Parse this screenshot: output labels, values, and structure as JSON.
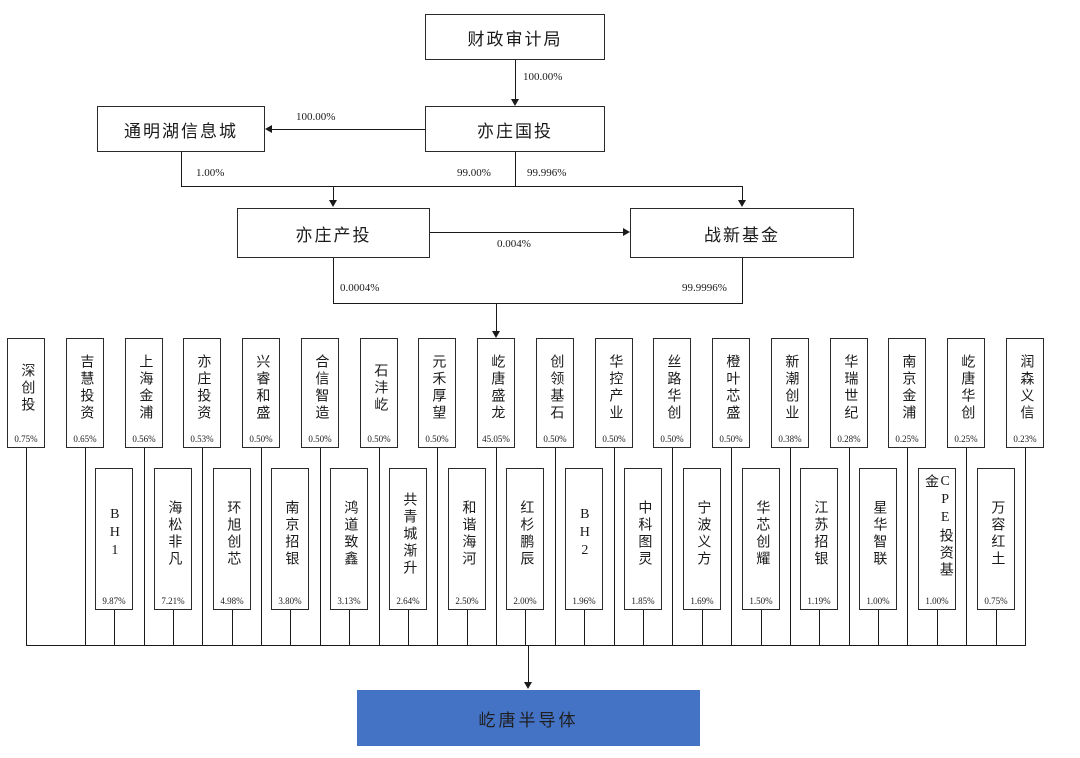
{
  "nodes": {
    "root": "财政审计局",
    "tongminghu": "通明湖信息城",
    "yizhuang_guotou": "亦庄国投",
    "yizhuang_chantou": "亦庄产投",
    "zhanxin_fund": "战新基金"
  },
  "labels": {
    "root_to_guotou": "100.00%",
    "guotou_to_tongminghu": "100.00%",
    "tongminghu_down": "1.00%",
    "guotou_to_chantou": "99.00%",
    "guotou_to_zhanxin": "99.996%",
    "chantou_to_zhanxin": "0.004%",
    "chantou_down": "0.0004%",
    "zhanxin_down": "99.9996%"
  },
  "row1": [
    {
      "name": "深创投",
      "pct": "0.75%"
    },
    {
      "name": "吉慧投资",
      "pct": "0.65%"
    },
    {
      "name": "上海金浦",
      "pct": "0.56%"
    },
    {
      "name": "亦庄投资",
      "pct": "0.53%"
    },
    {
      "name": "兴睿和盛",
      "pct": "0.50%"
    },
    {
      "name": "合信智造",
      "pct": "0.50%"
    },
    {
      "name": "石沣屹",
      "pct": "0.50%"
    },
    {
      "name": "元禾厚望",
      "pct": "0.50%"
    },
    {
      "name": "屹唐盛龙",
      "pct": "45.05%"
    },
    {
      "name": "创领基石",
      "pct": "0.50%"
    },
    {
      "name": "华控产业",
      "pct": "0.50%"
    },
    {
      "name": "丝路华创",
      "pct": "0.50%"
    },
    {
      "name": "橙叶芯盛",
      "pct": "0.50%"
    },
    {
      "name": "新潮创业",
      "pct": "0.38%"
    },
    {
      "name": "华瑞世纪",
      "pct": "0.28%"
    },
    {
      "name": "南京金浦",
      "pct": "0.25%"
    },
    {
      "name": "屹唐华创",
      "pct": "0.25%"
    },
    {
      "name": "润森义信",
      "pct": "0.23%"
    }
  ],
  "row2": [
    {
      "name": "BH1",
      "pct": "9.87%"
    },
    {
      "name": "海松非凡",
      "pct": "7.21%"
    },
    {
      "name": "环旭创芯",
      "pct": "4.98%"
    },
    {
      "name": "南京招银",
      "pct": "3.80%"
    },
    {
      "name": "鸿道致鑫",
      "pct": "3.13%"
    },
    {
      "name": "共青城渐升",
      "pct": "2.64%"
    },
    {
      "name": "和谐海河",
      "pct": "2.50%"
    },
    {
      "name": "红杉鹏辰",
      "pct": "2.00%"
    },
    {
      "name": "BH2",
      "pct": "1.96%"
    },
    {
      "name": "中科图灵",
      "pct": "1.85%"
    },
    {
      "name": "宁波义方",
      "pct": "1.69%"
    },
    {
      "name": "华芯创耀",
      "pct": "1.50%"
    },
    {
      "name": "江苏招银",
      "pct": "1.19%"
    },
    {
      "name": "星华智联",
      "pct": "1.00%"
    },
    {
      "name": "CPE投资基金",
      "pct": "1.00%"
    },
    {
      "name": "万容红土",
      "pct": "0.75%"
    }
  ],
  "company": {
    "name": "屹唐半导体",
    "color": "#4472C4"
  }
}
